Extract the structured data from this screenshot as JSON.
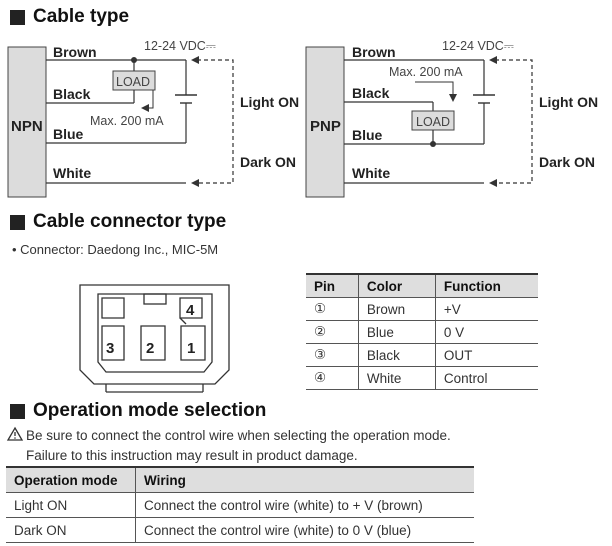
{
  "sections": {
    "cable_type": "Cable type",
    "connector_type": "Cable connector type",
    "operation_mode": "Operation mode selection"
  },
  "npn": {
    "label": "NPN",
    "brown": "Brown",
    "black": "Black",
    "blue": "Blue",
    "white": "White",
    "load": "LOAD",
    "voltage": "12-24 VDC⎓",
    "max": "Max. 200 mA",
    "light_on": "Light ON",
    "dark_on": "Dark ON"
  },
  "pnp": {
    "label": "PNP",
    "brown": "Brown",
    "black": "Black",
    "blue": "Blue",
    "white": "White",
    "load": "LOAD",
    "voltage": "12-24 VDC⎓",
    "max": "Max. 200 mA",
    "light_on": "Light ON",
    "dark_on": "Dark ON"
  },
  "connector": {
    "note": "• Connector: Daedong Inc., MIC-5M",
    "pin4": "4",
    "pin3": "3",
    "pin2": "2",
    "pin1": "1"
  },
  "pin_table": {
    "headers": [
      "Pin",
      "Color",
      "Function"
    ],
    "rows": [
      [
        "①",
        "Brown",
        "+V"
      ],
      [
        "②",
        "Blue",
        "0 V"
      ],
      [
        "③",
        "Black",
        "OUT"
      ],
      [
        "④",
        "White",
        "Control"
      ]
    ]
  },
  "warning": {
    "icon": "warning-triangle-icon",
    "line1": "Be sure to connect the control wire when selecting the operation mode.",
    "line2": "Failure to this instruction may result in product damage."
  },
  "mode_table": {
    "headers": [
      "Operation mode",
      "Wiring"
    ],
    "rows": [
      [
        "Light ON",
        "Connect the control wire (white) to + V (brown)"
      ],
      [
        "Dark ON",
        "Connect the control wire (white) to 0 V (blue)"
      ]
    ]
  }
}
